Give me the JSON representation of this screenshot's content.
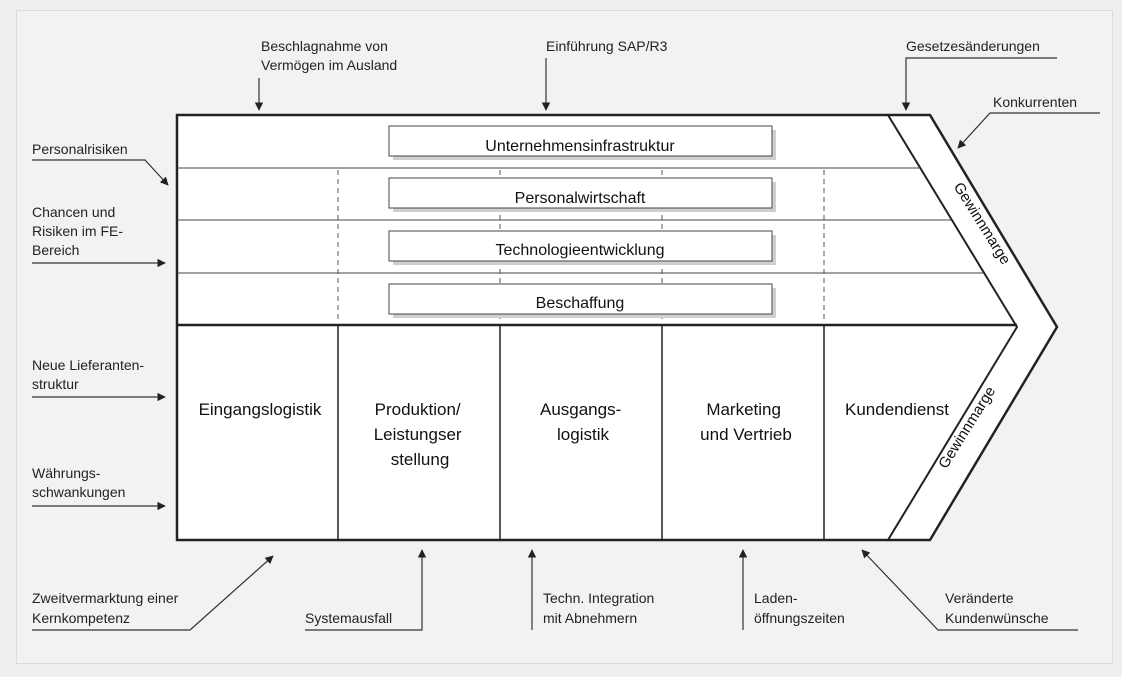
{
  "support_activities": [
    "Unternehmensinfrastruktur",
    "Personalwirtschaft",
    "Technologieentwicklung",
    "Beschaffung"
  ],
  "primary_activities": [
    [
      "Eingangslogistik"
    ],
    [
      "Produktion/",
      "Leistungser",
      "stellung"
    ],
    [
      "Ausgangs-",
      "logistik"
    ],
    [
      "Marketing",
      "und Vertrieb"
    ],
    [
      "Kundendienst"
    ]
  ],
  "margin_labels": [
    "Gewinnmarge",
    "Gewinnmarge"
  ],
  "risks_top": [
    [
      "Beschlagnahme von",
      "Vermögen im Ausland"
    ],
    [
      "Einführung SAP/R3"
    ],
    [
      "Gesetzesänderungen"
    ],
    [
      "Konkurrenten"
    ]
  ],
  "risks_left": [
    [
      "Personalrisiken"
    ],
    [
      "Chancen und",
      "Risiken im FE-",
      "Bereich"
    ],
    [
      "Neue Lieferanten-",
      "struktur"
    ],
    [
      "Währungs-",
      "schwankungen"
    ]
  ],
  "risks_bottom": [
    [
      "Zweitvermarktung einer",
      "Kernkompetenz"
    ],
    [
      "Systemausfall"
    ],
    [
      "Techn. Integration",
      "mit Abnehmern"
    ],
    [
      "Laden-",
      "öffnungszeiten"
    ],
    [
      "Veränderte",
      "Kundenwünsche"
    ]
  ]
}
